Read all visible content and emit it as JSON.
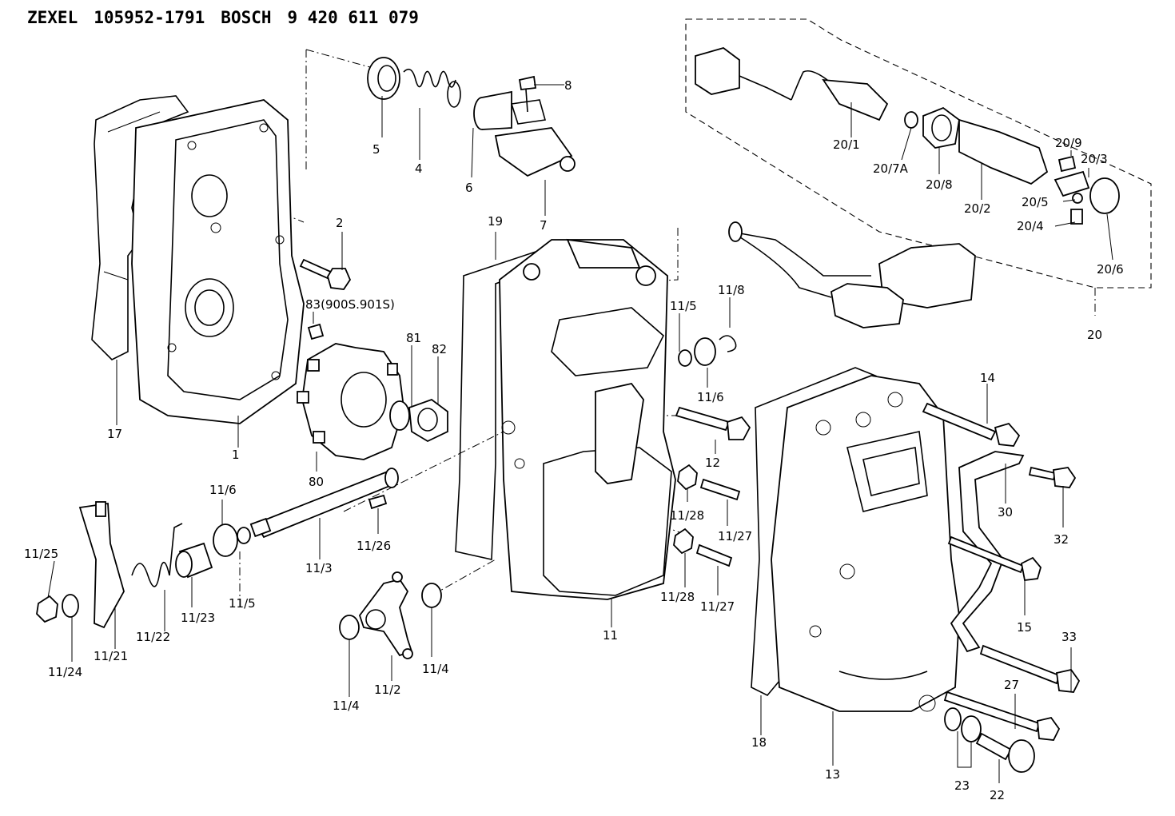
{
  "header": {
    "brand1": "ZEXEL",
    "part1": "105952-1791",
    "brand2": "BOSCH",
    "part2": "9 420 611 079"
  },
  "callouts": {
    "c1": "1",
    "c2": "2",
    "c4": "4",
    "c5": "5",
    "c6": "6",
    "c7": "7",
    "c8": "8",
    "c11": "11",
    "c11_2": "11/2",
    "c11_3": "11/3",
    "c11_4a": "11/4",
    "c11_4b": "11/4",
    "c11_5a": "11/5",
    "c11_5b": "11/5",
    "c11_6a": "11/6",
    "c11_6b": "11/6",
    "c11_8": "11/8",
    "c11_21": "11/21",
    "c11_22": "11/22",
    "c11_23": "11/23",
    "c11_24": "11/24",
    "c11_25": "11/25",
    "c11_26": "11/26",
    "c11_27a": "11/27",
    "c11_27b": "11/27",
    "c11_28a": "11/28",
    "c11_28b": "11/28",
    "c12": "12",
    "c13": "13",
    "c14": "14",
    "c15": "15",
    "c17": "17",
    "c18": "18",
    "c19": "19",
    "c20": "20",
    "c20_1": "20/1",
    "c20_2": "20/2",
    "c20_3": "20/3",
    "c20_4": "20/4",
    "c20_5": "20/5",
    "c20_6": "20/6",
    "c20_7a": "20/7A",
    "c20_8": "20/8",
    "c20_9": "20/9",
    "c22": "22",
    "c23": "23",
    "c27": "27",
    "c30": "30",
    "c32": "32",
    "c33": "33",
    "c80": "80",
    "c81": "81",
    "c82": "82",
    "c83": "83(900S.901S)"
  }
}
